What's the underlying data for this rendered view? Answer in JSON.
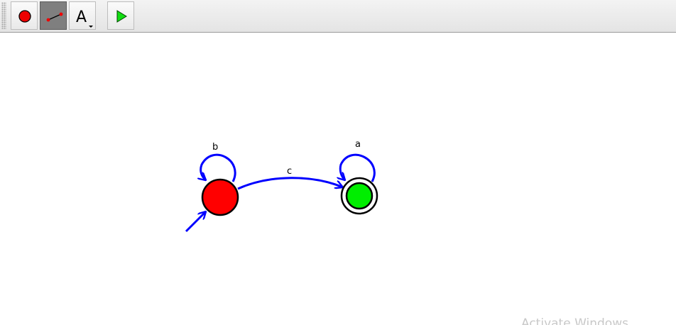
{
  "toolbar": {
    "tools": [
      {
        "icon": "state-tool-icon",
        "selected": false
      },
      {
        "icon": "transition-tool-icon",
        "selected": true
      },
      {
        "icon": "text-tool-icon",
        "selected": false
      },
      {
        "icon": "play-icon",
        "selected": false
      }
    ],
    "text_tool_glyph": "A"
  },
  "automaton": {
    "states": [
      {
        "id": "start",
        "initial": true,
        "final": false,
        "color": "#ff0000"
      },
      {
        "id": "accept",
        "initial": false,
        "final": true,
        "color": "#00ee00"
      }
    ],
    "transitions": [
      {
        "from": "start",
        "to": "start",
        "label": "b"
      },
      {
        "from": "start",
        "to": "accept",
        "label": "c"
      },
      {
        "from": "accept",
        "to": "accept",
        "label": "a"
      }
    ],
    "edge_color": "#0000ff"
  },
  "watermark": "Activate Windows"
}
